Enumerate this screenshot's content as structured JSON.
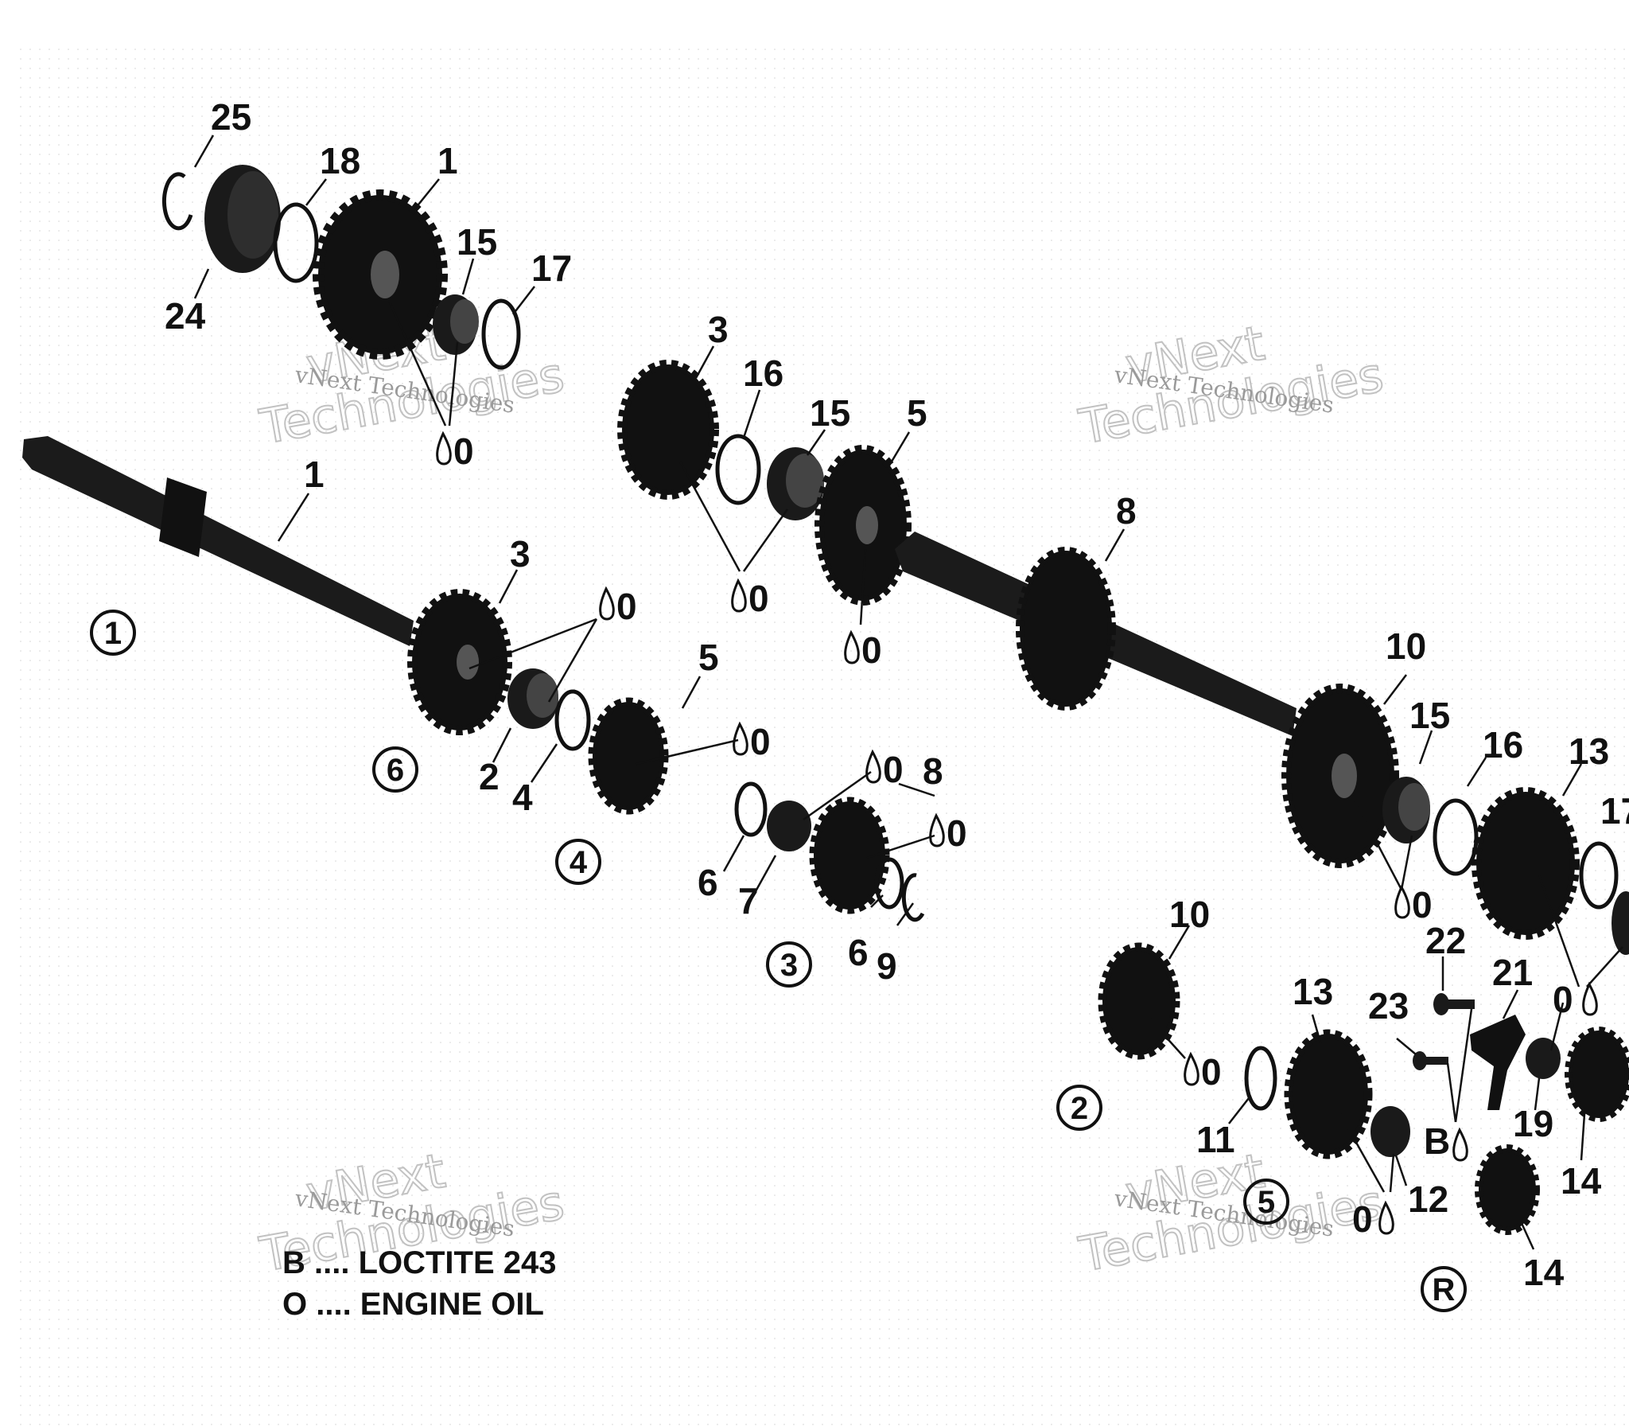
{
  "callouts": {
    "c25": "25",
    "c18": "18",
    "c1a": "1",
    "c15a": "15",
    "c17a": "17",
    "c24": "24",
    "c1b": "1",
    "c3a": "3",
    "c16a": "16",
    "c15b": "15",
    "c5a": "5",
    "c8a": "8",
    "c3b": "3",
    "c5b": "5",
    "c2a": "2",
    "c4a": "4",
    "c10a": "10",
    "c15c": "15",
    "c16b": "16",
    "c13a": "13",
    "c17b": "17",
    "c8b": "8",
    "c6a": "6",
    "c7a": "7",
    "c6b": "6",
    "c9a": "9",
    "c10b": "10",
    "c22": "22",
    "c21": "21",
    "c13b": "13",
    "c23": "23",
    "c11": "11",
    "c12": "12",
    "c19": "19",
    "c14a": "14",
    "c14b": "14",
    "cB": "B"
  },
  "oil_marks": {
    "m1": "0",
    "m2": "0",
    "m3": "0",
    "m4": "0",
    "m5": "0",
    "m6": "0",
    "m7": "0",
    "m8": "0",
    "m9": "0",
    "m10": "0",
    "m11": "0",
    "m12": "0"
  },
  "gear_positions": {
    "g1": "1",
    "g6": "6",
    "g4": "4",
    "g3": "3",
    "g2": "2",
    "g5": "5",
    "gR": "R"
  },
  "legend": {
    "b_line": "B .... LOCTITE 243",
    "o_line": "O .... ENGINE OIL"
  },
  "watermark": {
    "brand_small": "vNext Technologies",
    "brand_line1": "vNext",
    "brand_line2": "Technologies"
  }
}
